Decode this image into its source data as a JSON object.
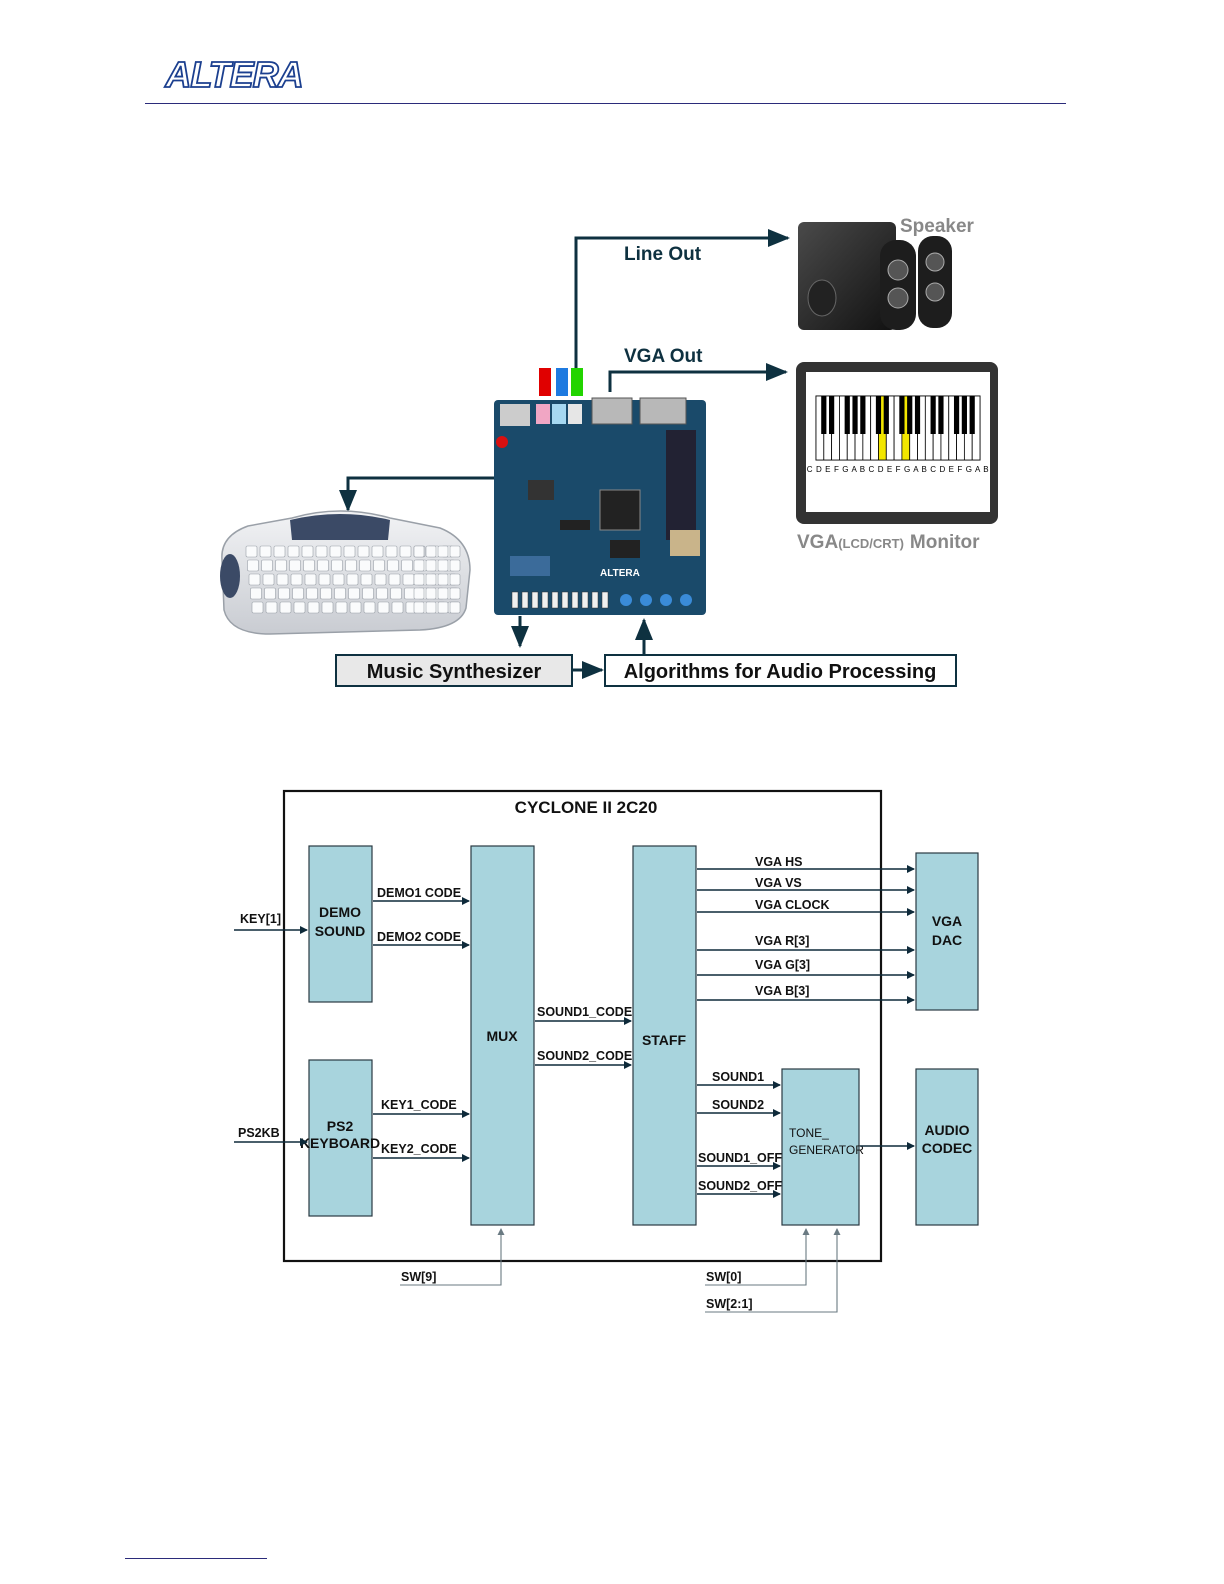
{
  "header": {
    "logo_text": "ALTERA"
  },
  "overview": {
    "line_out": "Line Out",
    "vga_out": "VGA Out",
    "speaker": "Speaker",
    "monitor_main": "VGA",
    "monitor_paren": "(LCD/CRT)",
    "monitor_tail": "Monitor",
    "piano_notes": "C D E F G A B C D E F G A B C D E F G A B",
    "music_synth": "Music Synthesizer",
    "algorithms": "Algorithms for Audio Processing",
    "board_brand": "ALTERA"
  },
  "block_diagram": {
    "title": "CYCLONE II 2C20",
    "blocks": {
      "demo_sound": [
        "DEMO",
        "SOUND"
      ],
      "ps2_keyboard": [
        "PS2",
        "KEYBOARD"
      ],
      "mux": "MUX",
      "staff": "STAFF",
      "tone_generator": [
        "TONE_",
        "GENERATOR"
      ],
      "vga_dac": [
        "VGA",
        "DAC"
      ],
      "audio_codec": [
        "AUDIO",
        "CODEC"
      ]
    },
    "signals": {
      "key1": "KEY[1]",
      "ps2kb": "PS2KB",
      "demo1_code": "DEMO1 CODE",
      "demo2_code": "DEMO2 CODE",
      "key1_code": "KEY1_CODE",
      "key2_code": "KEY2_CODE",
      "sound1_code": "SOUND1_CODE",
      "sound2_code": "SOUND2_CODE",
      "vga_hs": "VGA HS",
      "vga_vs": "VGA VS",
      "vga_clock": "VGA CLOCK",
      "vga_r": "VGA R[3]",
      "vga_g": "VGA G[3]",
      "vga_b": "VGA B[3]",
      "sound1": "SOUND1",
      "sound2": "SOUND2",
      "sound1_off": "SOUND1_OFF",
      "sound2_off": "SOUND2_OFF",
      "sw9": "SW[9]",
      "sw0": "SW[0]",
      "sw21": "SW[2:1]"
    }
  }
}
